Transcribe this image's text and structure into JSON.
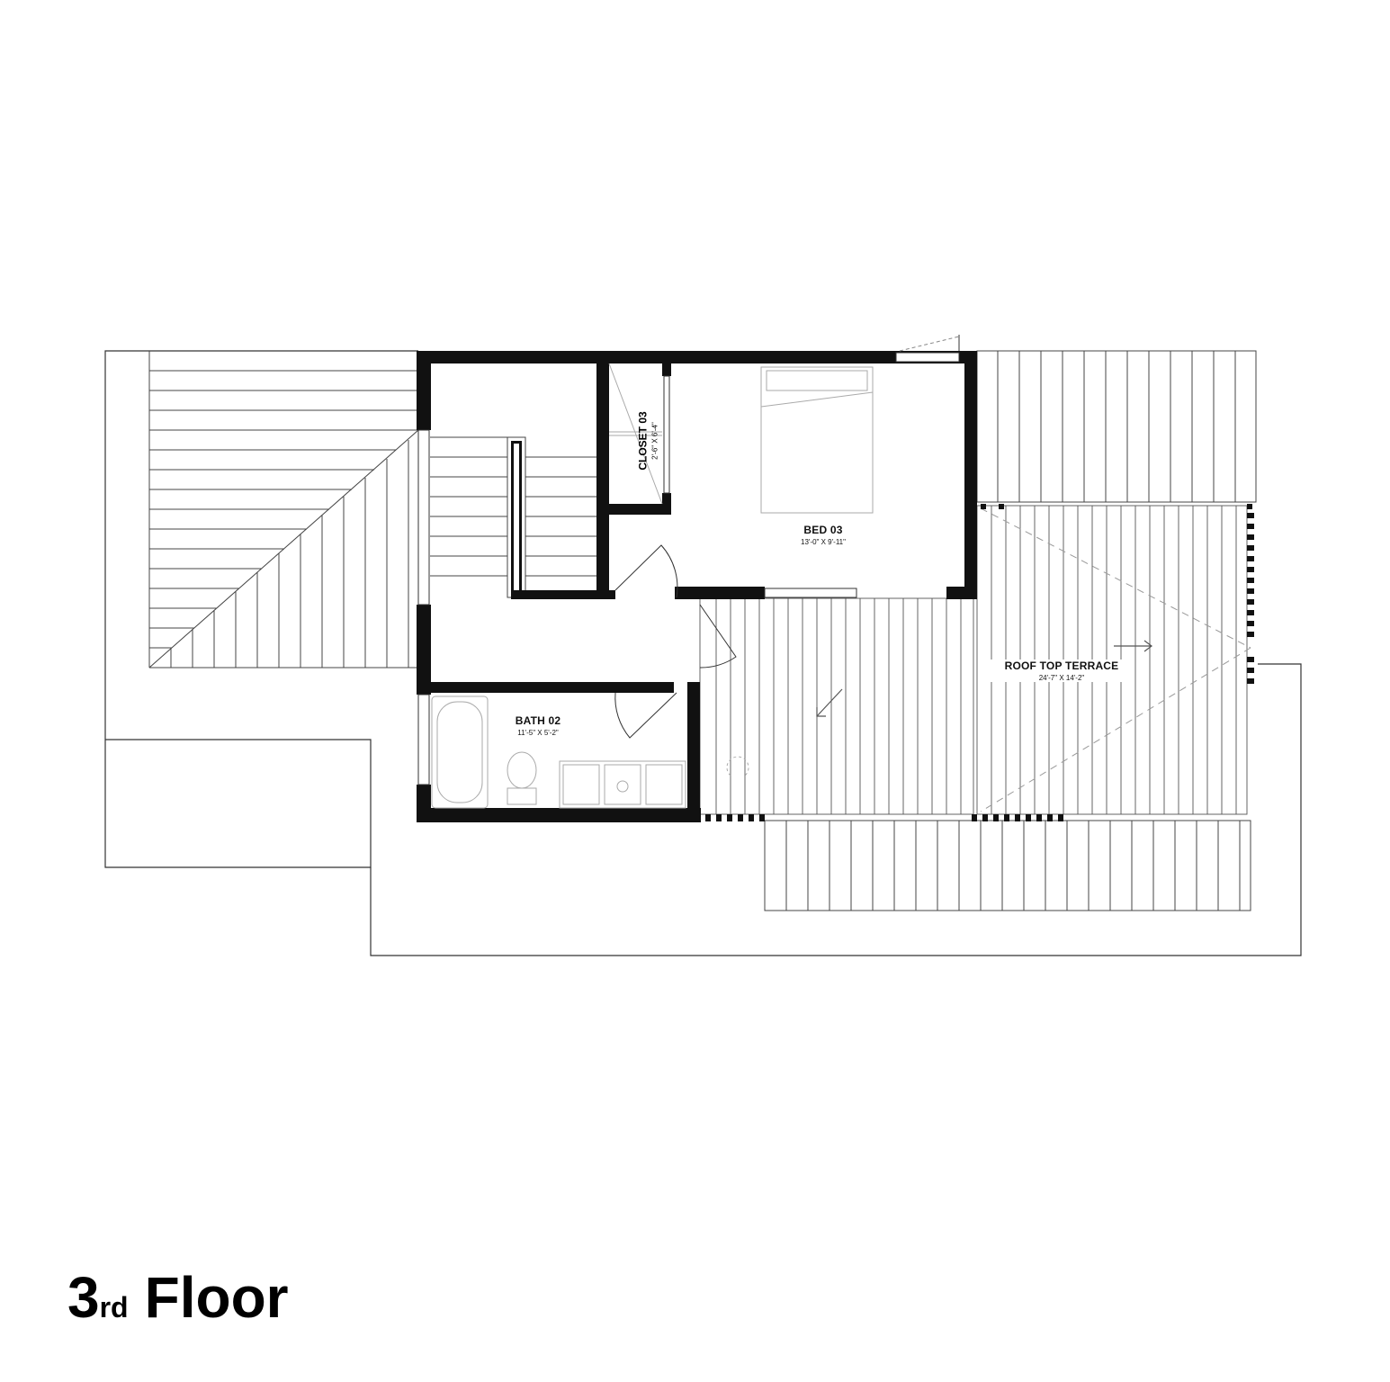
{
  "title": {
    "number": "3",
    "suffix": "rd",
    "word": "Floor"
  },
  "rooms": [
    {
      "id": "closet03",
      "name": "CLOSET 03",
      "dimensions": "2'-6\" X 6'-4\""
    },
    {
      "id": "bed03",
      "name": "BED 03",
      "dimensions": "13'-0\" X 9'-11\""
    },
    {
      "id": "terrace",
      "name": "ROOF TOP TERRACE",
      "dimensions": "24'-7\" X 14'-2\""
    },
    {
      "id": "bath02",
      "name": "BATH 02",
      "dimensions": "11'-5\" X 5'-2\""
    }
  ],
  "colors": {
    "wall": "#111111",
    "line": "#333333",
    "fixture": "#9a9a9a",
    "background": "#ffffff"
  }
}
